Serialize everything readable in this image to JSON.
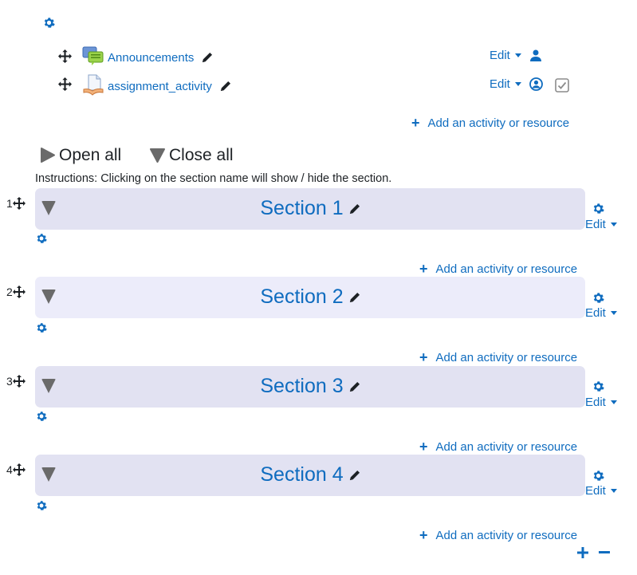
{
  "activities": [
    {
      "name": "Announcements",
      "icon": "forum-icon",
      "edit_label": "Edit",
      "extra_icon": "user-icon"
    },
    {
      "name": "assignment_activity",
      "icon": "assignment-icon",
      "edit_label": "Edit",
      "extra_icon": "user-circle-icon",
      "completion_icon": "checkbox-icon"
    }
  ],
  "add_activity_label": "Add an activity or resource",
  "toggles": {
    "open_all": "Open all",
    "close_all": "Close all"
  },
  "instructions": "Instructions: Clicking on the section name will show / hide the section.",
  "sections": [
    {
      "number": "1",
      "title": "Section 1",
      "edit_label": "Edit"
    },
    {
      "number": "2",
      "title": "Section 2",
      "edit_label": "Edit"
    },
    {
      "number": "3",
      "title": "Section 3",
      "edit_label": "Edit"
    },
    {
      "number": "4",
      "title": "Section 4",
      "edit_label": "Edit"
    }
  ],
  "colors": {
    "link": "#0f6cbf",
    "section_bg": "#e2e2f2",
    "section_bg_light": "#ececfa",
    "icon_grey": "#6a6a6a"
  }
}
